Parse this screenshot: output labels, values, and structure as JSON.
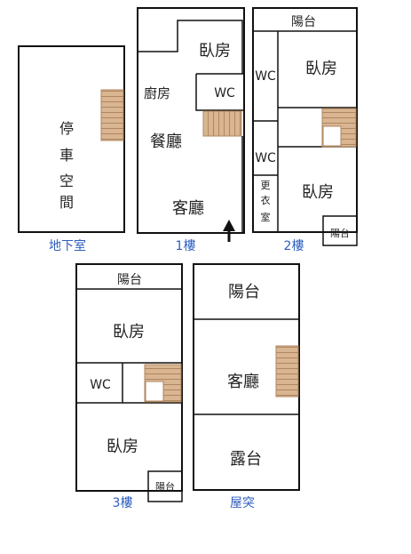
{
  "floors": {
    "basement": {
      "label": "地下室",
      "parking": [
        "停",
        "車",
        "空",
        "間"
      ]
    },
    "f1": {
      "label": "1樓",
      "bedroom": "臥房",
      "wc": "WC",
      "kitchen": "廚房",
      "dining": "餐廳",
      "living": "客廳"
    },
    "f2": {
      "label": "2樓",
      "balcony_top": "陽台",
      "wc_upper": "WC",
      "bedroom_upper": "臥房",
      "wc_lower": "WC",
      "dressing": [
        "更",
        "衣",
        "室"
      ],
      "bedroom_lower": "臥房",
      "balcony_small": "陽台"
    },
    "f3": {
      "label": "3樓",
      "balcony_top": "陽台",
      "bedroom_upper": "臥房",
      "wc": "WC",
      "bedroom_lower": "臥房",
      "balcony_small": "陽台"
    },
    "roof": {
      "label": "屋突",
      "balcony": "陽台",
      "living": "客廳",
      "terrace": "露台"
    }
  },
  "colors": {
    "wall": "#111111",
    "stair_fill": "#d9b591",
    "stair_line": "#b08660",
    "floor_label": "#2f5fbf"
  }
}
